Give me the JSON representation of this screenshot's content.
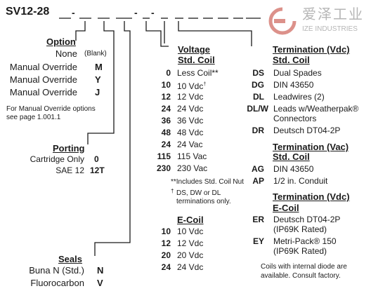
{
  "header": {
    "model_code": "SV12-28",
    "watermark_cn": "爱泽工业",
    "watermark_en": "IZE INDUSTRIES"
  },
  "option": {
    "title": "Option",
    "rows": [
      {
        "label": "None",
        "code": "(Blank)"
      },
      {
        "label": "Manual Override",
        "code": "M"
      },
      {
        "label": "Manual Override",
        "code": "Y"
      },
      {
        "label": "Manual Override",
        "code": "J"
      }
    ],
    "note_line1": "For Manual Override options",
    "note_line2": "see page 1.001.1"
  },
  "porting": {
    "title": "Porting",
    "rows": [
      {
        "label": "Cartridge Only",
        "code": "0"
      },
      {
        "label": "SAE 12",
        "code": "12T"
      }
    ]
  },
  "seals": {
    "title": "Seals",
    "rows": [
      {
        "label": "Buna N (Std.)",
        "code": "N"
      },
      {
        "label": "Fluorocarbon",
        "code": "V"
      }
    ]
  },
  "voltage": {
    "title": "Voltage",
    "subtitle": "Std. Coil",
    "rows": [
      {
        "code": "0",
        "label": "Less Coil**"
      },
      {
        "code": "10",
        "label": "10 Vdc",
        "mark": "†"
      },
      {
        "code": "12",
        "label": "12 Vdc"
      },
      {
        "code": "24",
        "label": "24 Vdc"
      },
      {
        "code": "36",
        "label": "36 Vdc"
      },
      {
        "code": "48",
        "label": "48 Vdc"
      },
      {
        "code": "24",
        "label": "24 Vac"
      },
      {
        "code": "115",
        "label": "115 Vac"
      },
      {
        "code": "230",
        "label": "230 Vac"
      }
    ],
    "note1": "**Includes Std. Coil Nut",
    "note2_mark": "†",
    "note2_line1": "DS, DW or DL",
    "note2_line2": "terminations only."
  },
  "ecoil": {
    "title": "E-Coil",
    "rows": [
      {
        "code": "10",
        "label": "10 Vdc"
      },
      {
        "code": "12",
        "label": "12 Vdc"
      },
      {
        "code": "20",
        "label": "20 Vdc"
      },
      {
        "code": "24",
        "label": "24 Vdc"
      }
    ]
  },
  "term_vdc_std": {
    "title": "Termination (Vdc)",
    "subtitle": "Std. Coil",
    "rows": [
      {
        "code": "DS",
        "label": "Dual Spades"
      },
      {
        "code": "DG",
        "label": "DIN 43650"
      },
      {
        "code": "DL",
        "label": "Leadwires (2)"
      },
      {
        "code": "DL/W",
        "label": "Leads w/Weatherpak®"
      },
      {
        "code": "",
        "label": "Connectors"
      },
      {
        "code": "DR",
        "label": "Deutsch DT04-2P"
      }
    ]
  },
  "term_vac_std": {
    "title": "Termination (Vac)",
    "subtitle": "Std. Coil",
    "rows": [
      {
        "code": "AG",
        "label": "DIN 43650"
      },
      {
        "code": "AP",
        "label": "1/2 in. Conduit"
      }
    ]
  },
  "term_vdc_e": {
    "title": "Termination (Vdc)",
    "subtitle": "E-Coil",
    "rows": [
      {
        "code": "ER",
        "label": "Deutsch DT04-2P"
      },
      {
        "code": "",
        "label": "(IP69K Rated)"
      },
      {
        "code": "EY",
        "label": "Metri-Pack® 150"
      },
      {
        "code": "",
        "label": "(IP69K Rated)"
      }
    ],
    "note_line1": "Coils with internal diode are",
    "note_line2": "available. Consult factory."
  }
}
